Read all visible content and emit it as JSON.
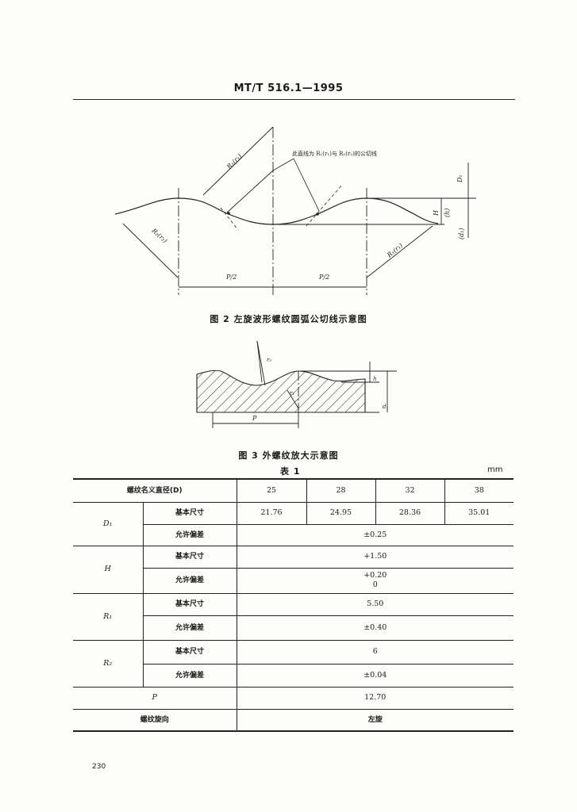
{
  "header": {
    "title": "MT/T 516.1—1995"
  },
  "figure2": {
    "caption": "图 2   左旋波形螺纹圆弧公切线示意图",
    "labels": {
      "r1_top": "R₁(r₁)",
      "note": "此直线为 R₁(r₁)与 R₂(r₂)的公切线",
      "r2_left": "R₂(r₂)",
      "r1_right": "R₁(r₁)",
      "p_half_left": "P/2",
      "p_half_right": "P/2",
      "d1": "D₁",
      "h": "H",
      "h_paren": "(h)",
      "d1_paren": "(d₁)"
    }
  },
  "figure3": {
    "caption": "图 3   外螺纹放大示意图",
    "labels": {
      "r2": "r₂",
      "r1": "r₁",
      "h": "h",
      "d1": "d₁",
      "p": "P"
    }
  },
  "table": {
    "title": "表 1",
    "unit": "mm",
    "header_label": "螺纹名义直径(D)",
    "diameters": [
      "25",
      "28",
      "32",
      "38"
    ],
    "rows": {
      "D1": {
        "symbol": "D₁",
        "basic_label": "基本尺寸",
        "basic_values": [
          "21.76",
          "24.95",
          "28.36",
          "35.01"
        ],
        "tol_label": "允许偏差",
        "tol_value": "±0.25"
      },
      "H": {
        "symbol": "H",
        "basic_label": "基本尺寸",
        "basic_value": "+1.50",
        "tol_label": "允许偏差",
        "tol_value_1": "+0.20",
        "tol_value_2": "0"
      },
      "R1": {
        "symbol": "R₁",
        "basic_label": "基本尺寸",
        "basic_value": "5.50",
        "tol_label": "允许偏差",
        "tol_value": "±0.40"
      },
      "R2": {
        "symbol": "R₂",
        "basic_label": "基本尺寸",
        "basic_value": "6",
        "tol_label": "允许偏差",
        "tol_value": "±0.04"
      },
      "P": {
        "symbol": "P",
        "value": "12.70"
      },
      "direction": {
        "label": "螺纹旋向",
        "value": "左旋"
      }
    }
  },
  "footer": {
    "page_number": "230"
  }
}
